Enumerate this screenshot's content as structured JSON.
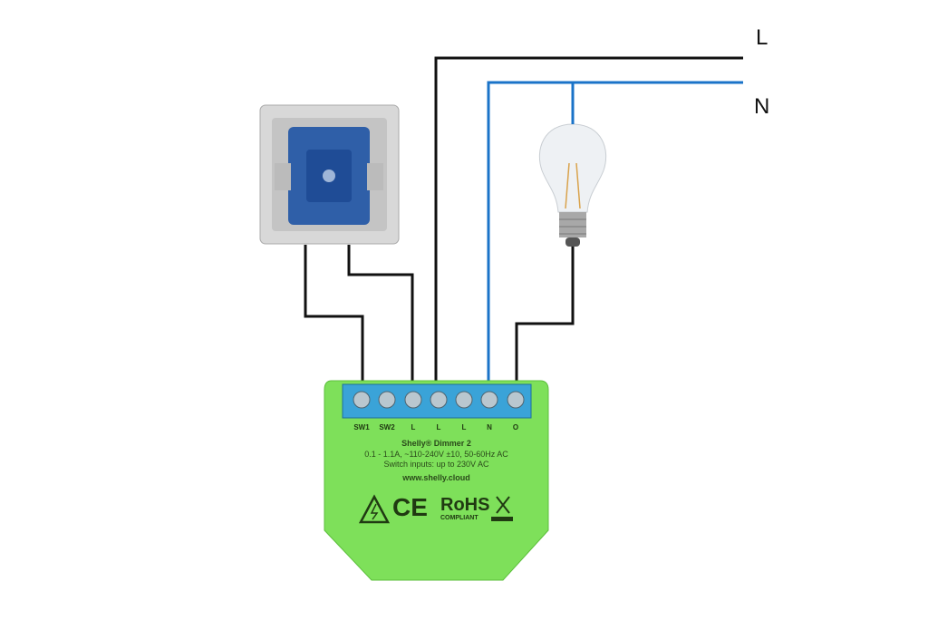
{
  "lines": {
    "live": "L",
    "neutral": "N"
  },
  "device": {
    "name": "Shelly® Dimmer 2",
    "rating": "0.1 - 1.1A, ~110-240V ±10, 50-60Hz AC",
    "switch_inputs": "Switch inputs: up to 230V AC",
    "website": "www.shelly.cloud",
    "marks": [
      "CE",
      "RoHS",
      "COMPLIANT"
    ],
    "terminals": [
      "SW1",
      "SW2",
      "L",
      "L",
      "L",
      "N",
      "O"
    ]
  },
  "colors": {
    "live_wire": "#111111",
    "neutral_wire": "#1a73c8",
    "device_body": "#7ee05a",
    "terminal_block": "#3aa3d8"
  }
}
